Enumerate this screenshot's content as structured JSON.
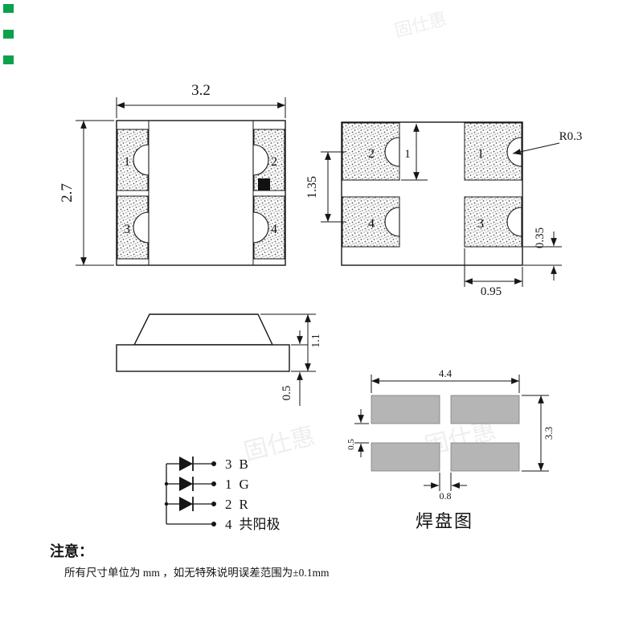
{
  "watermark": {
    "text": "固仕惠"
  },
  "top_view": {
    "dim_width": "3.2",
    "dim_height": "2.7",
    "pin_top_left": "1",
    "pin_top_right": "2",
    "pin_bottom_left": "3",
    "pin_bottom_right": "4"
  },
  "bottom_view": {
    "pin_top_left": "2",
    "pin_top_right": "1",
    "pin_bottom_left": "4",
    "pin_bottom_right": "3",
    "dim_pad_height": "1",
    "dim_row_pitch": "1.35",
    "dim_notch_radius": "R0.3",
    "dim_bottom_margin": "0.35",
    "dim_pad_width": "0.95"
  },
  "side_view": {
    "dim_total_height": "1.1",
    "dim_base_height": "0.5"
  },
  "pad_layout": {
    "title": "焊盘图",
    "dim_width": "4.4",
    "dim_height": "3.3",
    "dim_row_gap": "0.5",
    "dim_col_gap": "0.8"
  },
  "circuit": {
    "leds": [
      {
        "pin": "3",
        "color": "B"
      },
      {
        "pin": "1",
        "color": "G"
      },
      {
        "pin": "2",
        "color": "R"
      }
    ],
    "common_pin": "4",
    "common_label": "共阳极"
  },
  "note": {
    "title": "注意：",
    "body": "所有尺寸单位为 mm ，如无特殊说明误差范围为±0.1mm"
  }
}
